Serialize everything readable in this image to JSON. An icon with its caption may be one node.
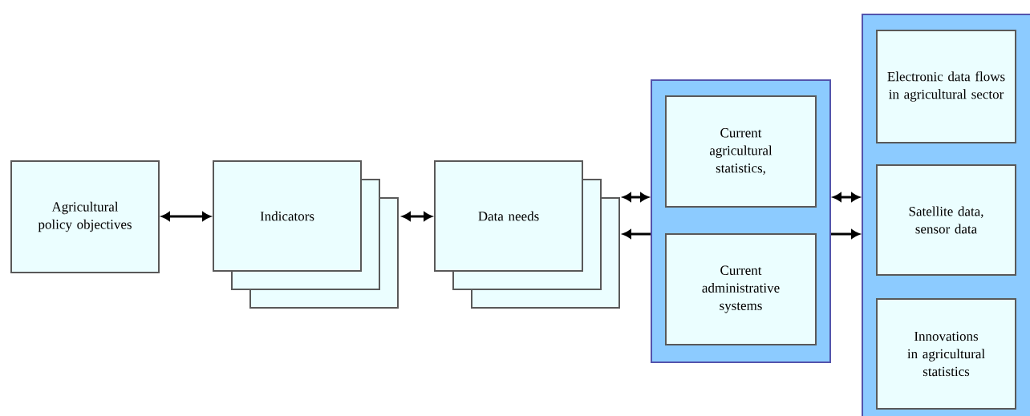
{
  "diagram": {
    "nodes": [
      {
        "text": [
          "Agricultural policy objectives"
        ]
      },
      {
        "text": [
          "Indicators"
        ]
      },
      {
        "text": [
          "Data needs"
        ]
      },
      {
        "text": [],
        "shape": "box"
      },
      {
        "text": [
          "Current agricultural statistics,"
        ],
        "in": 3
      },
      {
        "text": [
          "Current administrative systems"
        ],
        "in": 3
      },
      {
        "text": [],
        "shape": "box"
      },
      {
        "text": [
          "Electronic data flows in agricultural sector"
        ],
        "in": 6
      },
      {
        "text": [
          "Satellite data, sensor data"
        ],
        "in": 6
      },
      {
        "text": [
          "Innovations in agricultural statistics"
        ],
        "in": 6
      }
    ],
    "edges": [
      {
        "from": 0,
        "to": 1,
        "arrow": "both"
      },
      {
        "from": 1,
        "to": 2,
        "arrow": "both"
      },
      {
        "from": 2,
        "to": 3,
        "arrow": "both"
      },
      {
        "from": 3,
        "to": 2,
        "arrow": "to"
      },
      {
        "from": 3,
        "to": 6,
        "arrow": "both"
      },
      {
        "from": 3,
        "to": 6,
        "arrow": "to"
      }
    ]
  }
}
